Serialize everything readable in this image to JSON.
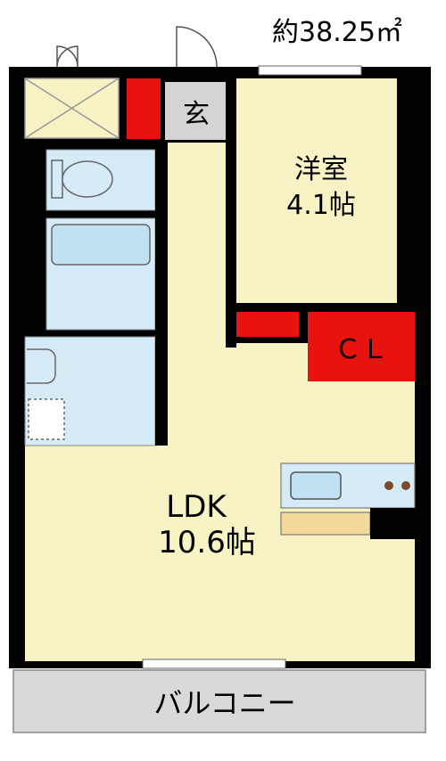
{
  "area_label": "約38.25㎡",
  "rooms": {
    "entrance": "玄",
    "western_room": {
      "name": "洋室",
      "size": "4.1帖"
    },
    "closet": "ＣＬ",
    "ldk": {
      "name": "LDK",
      "size": "10.6帖"
    },
    "balcony": "バルコニー"
  },
  "colors": {
    "wall": "#000000",
    "floor": "#f8f3c4",
    "wet_area": "#d5ebf7",
    "storage": "#e8130f",
    "entrance_floor": "#d4d4d4",
    "balcony": "#d9d9d9",
    "kitchen_counter": "#f2d999"
  }
}
